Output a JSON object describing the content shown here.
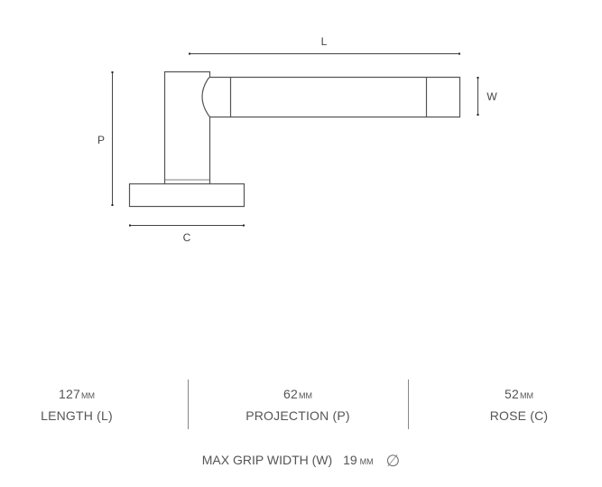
{
  "drawing": {
    "labels": {
      "length": "L",
      "width": "W",
      "projection": "P",
      "rose": "C"
    },
    "line_color": "#555555"
  },
  "specs": [
    {
      "value": "127",
      "unit": "MM",
      "label": "LENGTH (L)"
    },
    {
      "value": "62",
      "unit": "MM",
      "label": "PROJECTION (P)"
    },
    {
      "value": "52",
      "unit": "MM",
      "label": "ROSE (C)"
    }
  ],
  "grip": {
    "label": "MAX GRIP WIDTH (W)",
    "value": "19",
    "unit": "MM",
    "icon": "diameter-icon",
    "icon_glyph": "∅"
  }
}
